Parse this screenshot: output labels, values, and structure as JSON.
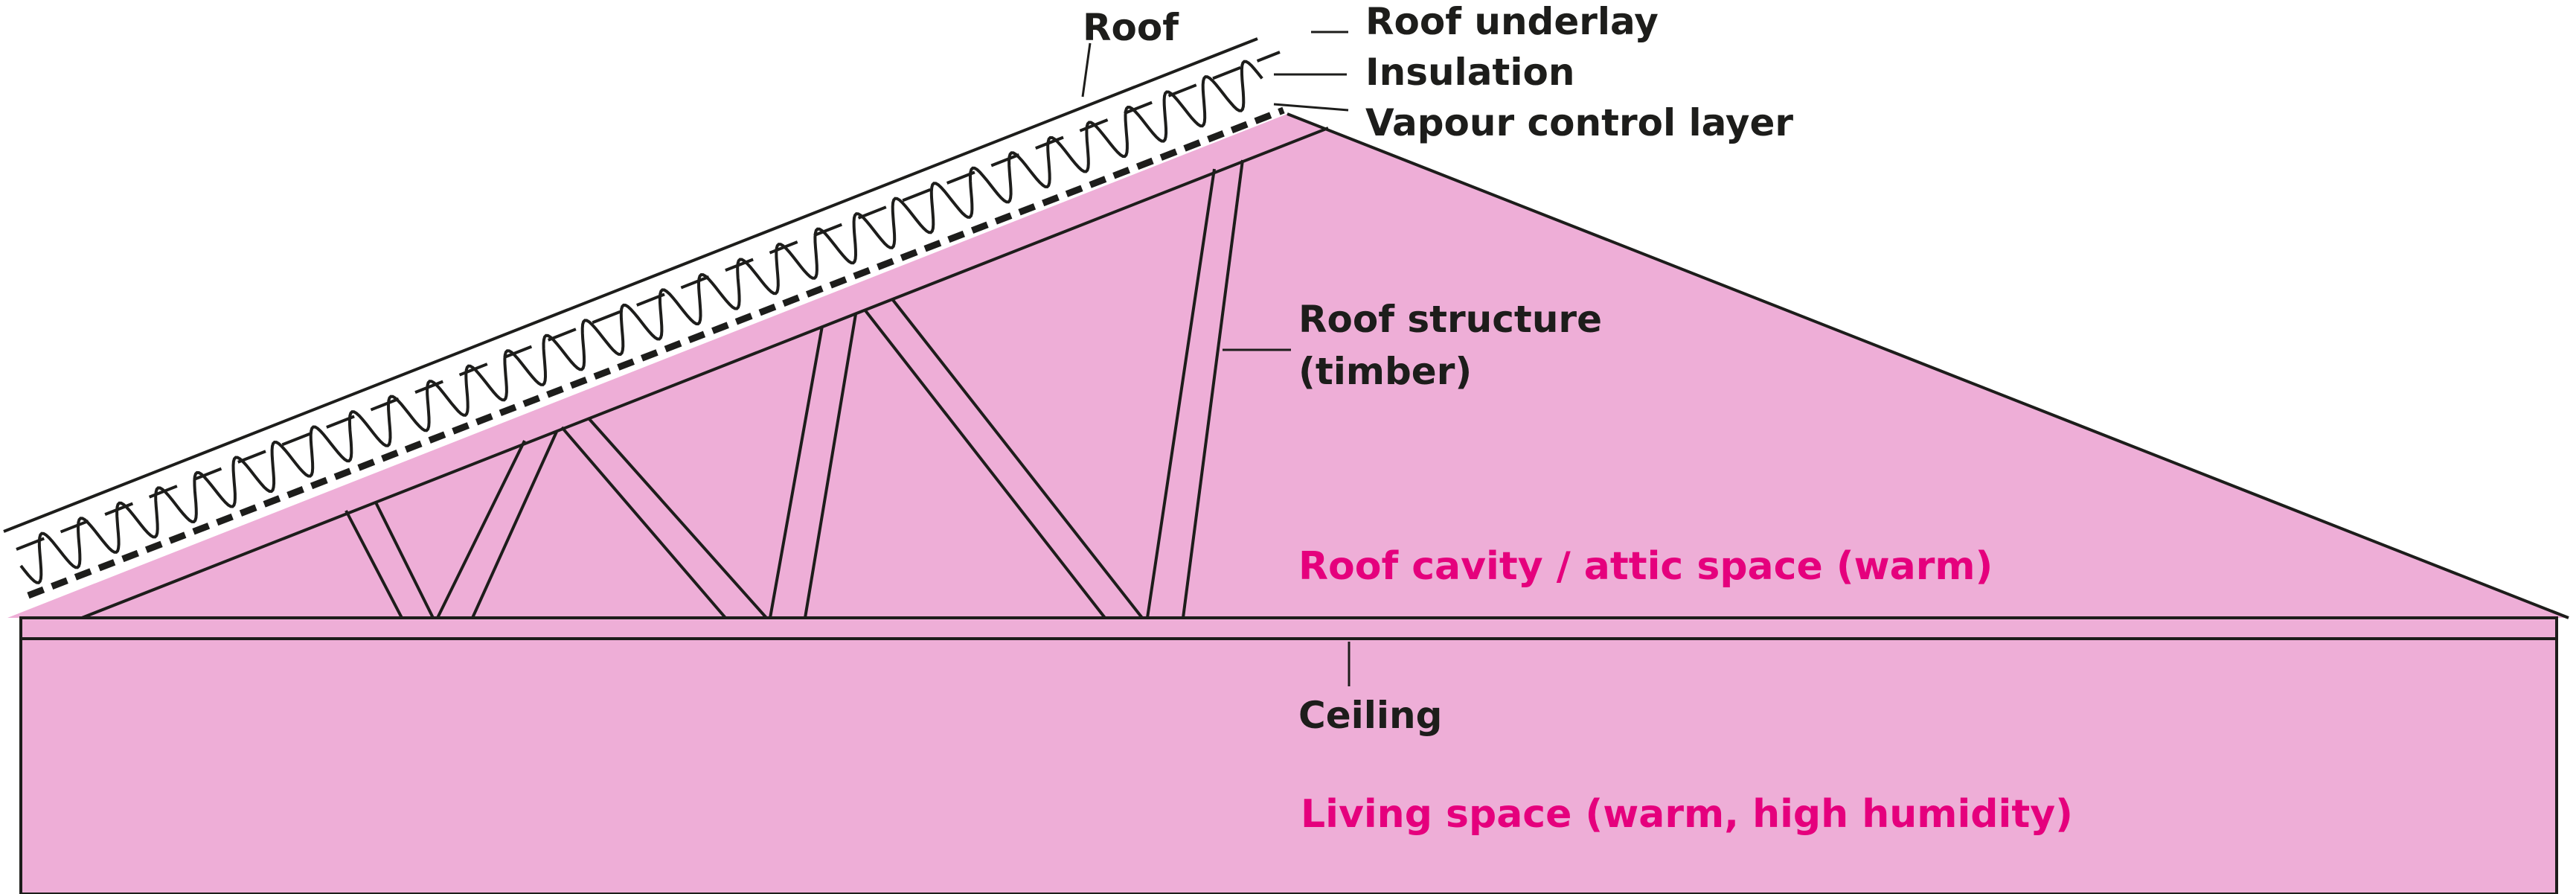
{
  "labels": {
    "roof": "Roof",
    "roof_underlay": "Roof underlay",
    "insulation": "Insulation",
    "vapour_control_layer": "Vapour control layer",
    "roof_structure_line1": "Roof structure",
    "roof_structure_line2": "(timber)",
    "roof_cavity": "Roof cavity / attic space (warm)",
    "ceiling": "Ceiling",
    "living_space": "Living space (warm, high humidity)"
  },
  "colors": {
    "fill": "#eeaed7",
    "stroke": "#1d1d1b",
    "accent_text": "#e5007d",
    "label_text": "#1d1d1b"
  }
}
